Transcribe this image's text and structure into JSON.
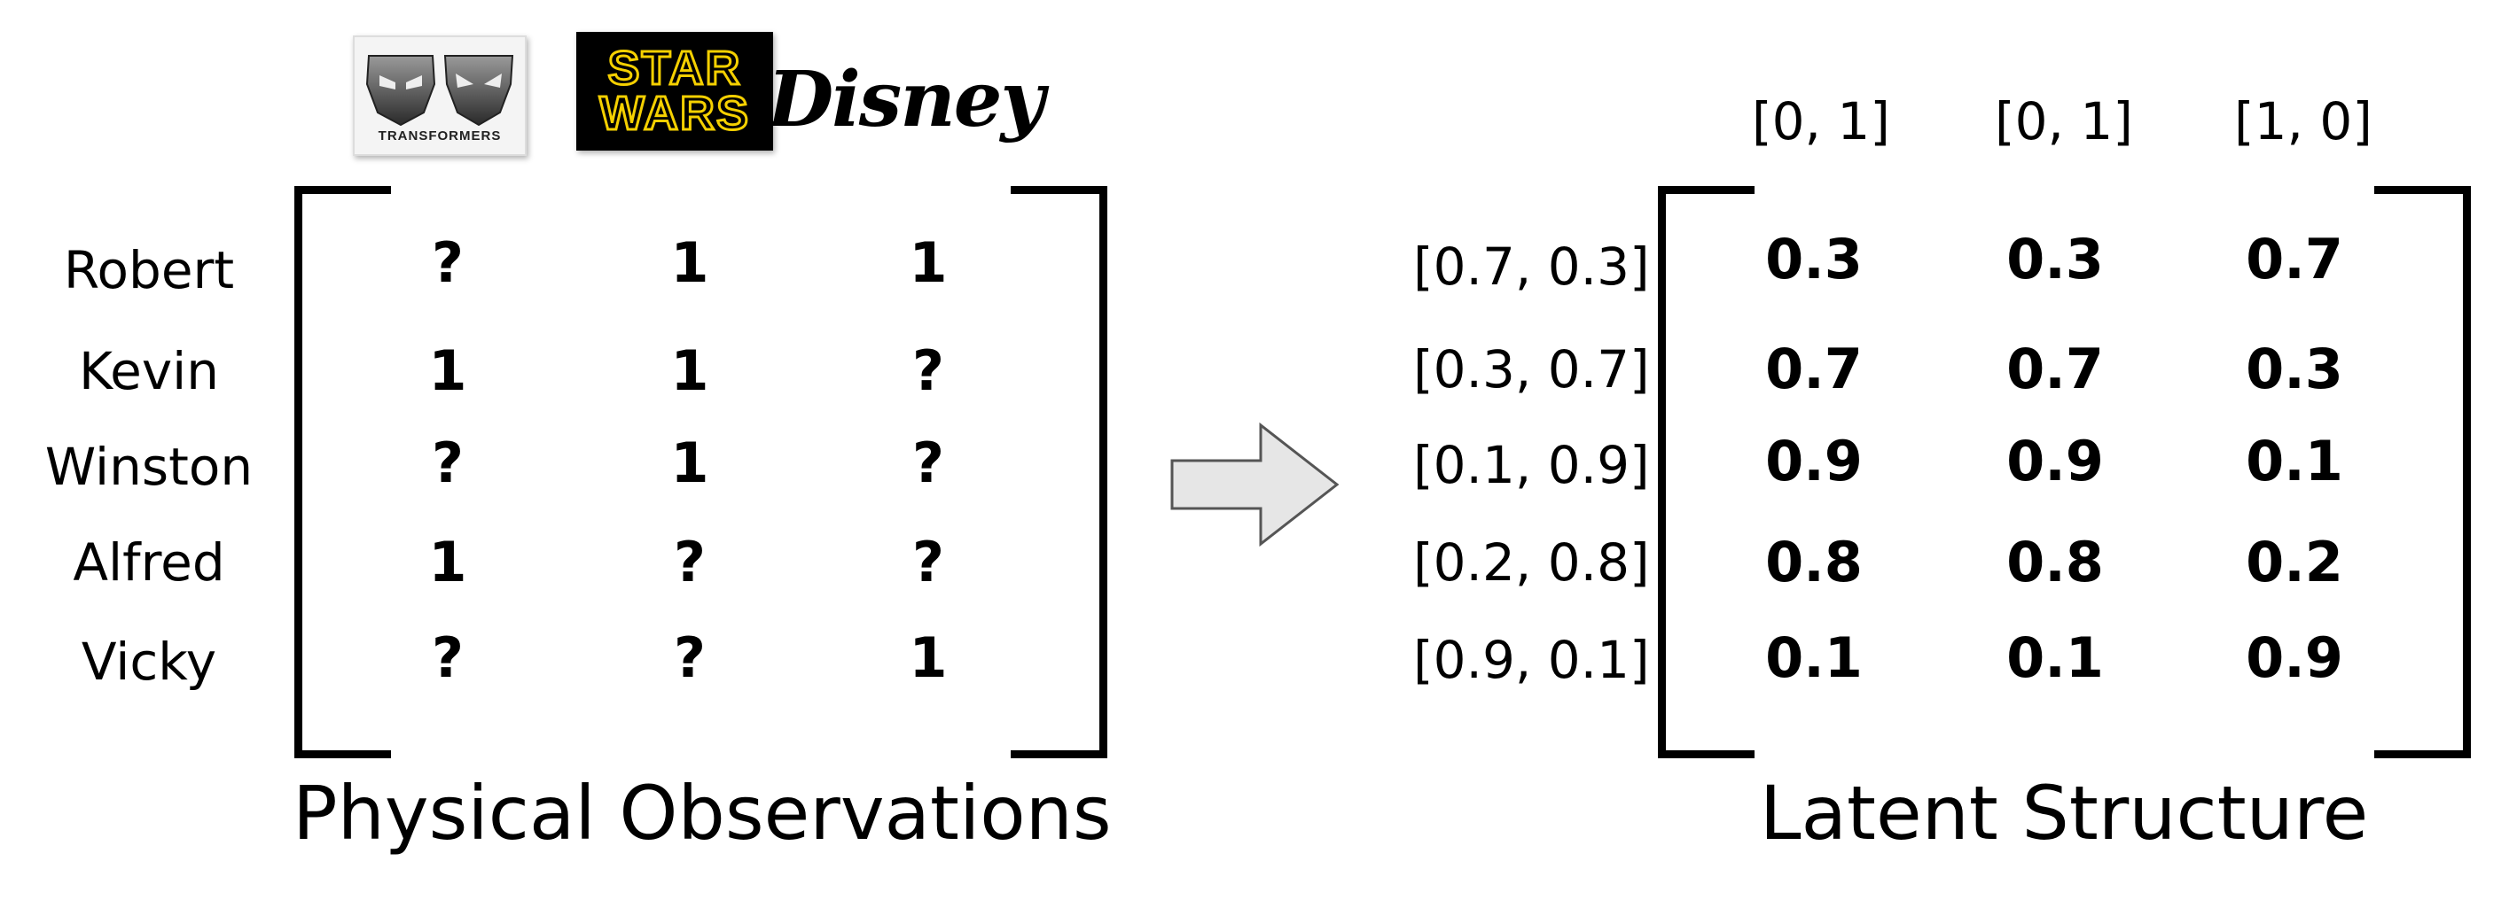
{
  "logos": [
    {
      "name": "transformers",
      "text": "TRANSFORMERS"
    },
    {
      "name": "star-wars",
      "line1": "STAR",
      "line2": "WARS"
    },
    {
      "name": "disney",
      "text": "Disney"
    }
  ],
  "left": {
    "rows": [
      "Robert",
      "Kevin",
      "Winston",
      "Alfred",
      "Vicky"
    ],
    "matrix": [
      [
        "?",
        "1",
        "1"
      ],
      [
        "1",
        "1",
        "?"
      ],
      [
        "?",
        "1",
        "?"
      ],
      [
        "1",
        "?",
        "?"
      ],
      [
        "?",
        "?",
        "1"
      ]
    ],
    "caption": "Physical Observations"
  },
  "right": {
    "col_vectors": [
      "[0, 1]",
      "[0, 1]",
      "[1, 0]"
    ],
    "row_vectors": [
      "[0.7, 0.3]",
      "[0.3, 0.7]",
      "[0.1, 0.9]",
      "[0.2, 0.8]",
      "[0.9, 0.1]"
    ],
    "matrix": [
      [
        "0.3",
        "0.3",
        "0.7"
      ],
      [
        "0.7",
        "0.7",
        "0.3"
      ],
      [
        "0.9",
        "0.9",
        "0.1"
      ],
      [
        "0.8",
        "0.8",
        "0.2"
      ],
      [
        "0.1",
        "0.1",
        "0.9"
      ]
    ],
    "caption": "Latent Structure"
  },
  "colors": {
    "text": "#000000",
    "arrow_fill": "#e6e6e6",
    "arrow_stroke": "#555555",
    "starwars_bg": "#000000",
    "starwars_text": "#f5d000"
  }
}
